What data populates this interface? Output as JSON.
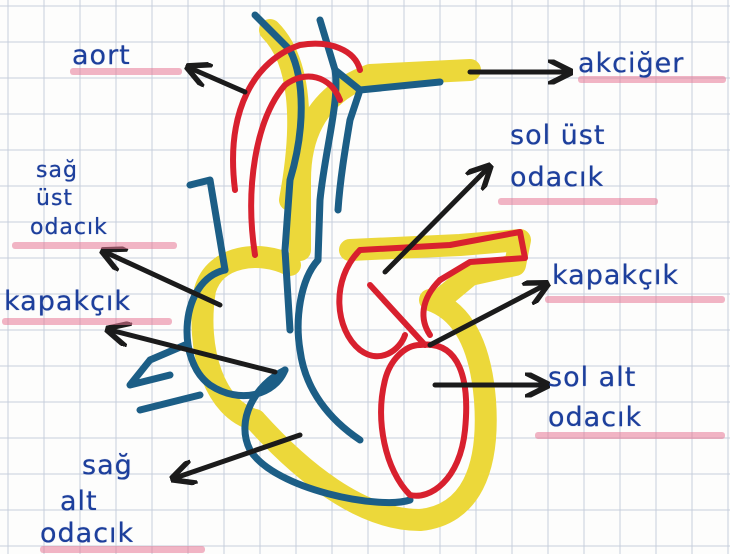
{
  "labels": {
    "aort": "aort",
    "akciger": "akciğer",
    "sol_ust_line1": "sol üst",
    "sol_ust_line2": "odacık",
    "sag_ust_line1": "sağ",
    "sag_ust_line2": "üst",
    "sag_ust_line3": "odacık",
    "kapakcik_left": "kapakçık",
    "kapakcik_right": "kapakçık",
    "sol_alt_line1": "sol alt",
    "sol_alt_line2": "odacık",
    "sag_alt_line1": "sağ",
    "sag_alt_line2": "alt",
    "sag_alt_line3": "odacık"
  },
  "colors": {
    "ink": "#1d3f9c",
    "arrow": "#1b1b1b",
    "oxygenated": "#d8202e",
    "deoxygenated": "#1c5e86",
    "outline": "#ecd83a",
    "highlight": "#e8789a",
    "grid": "#c6cfdc"
  }
}
